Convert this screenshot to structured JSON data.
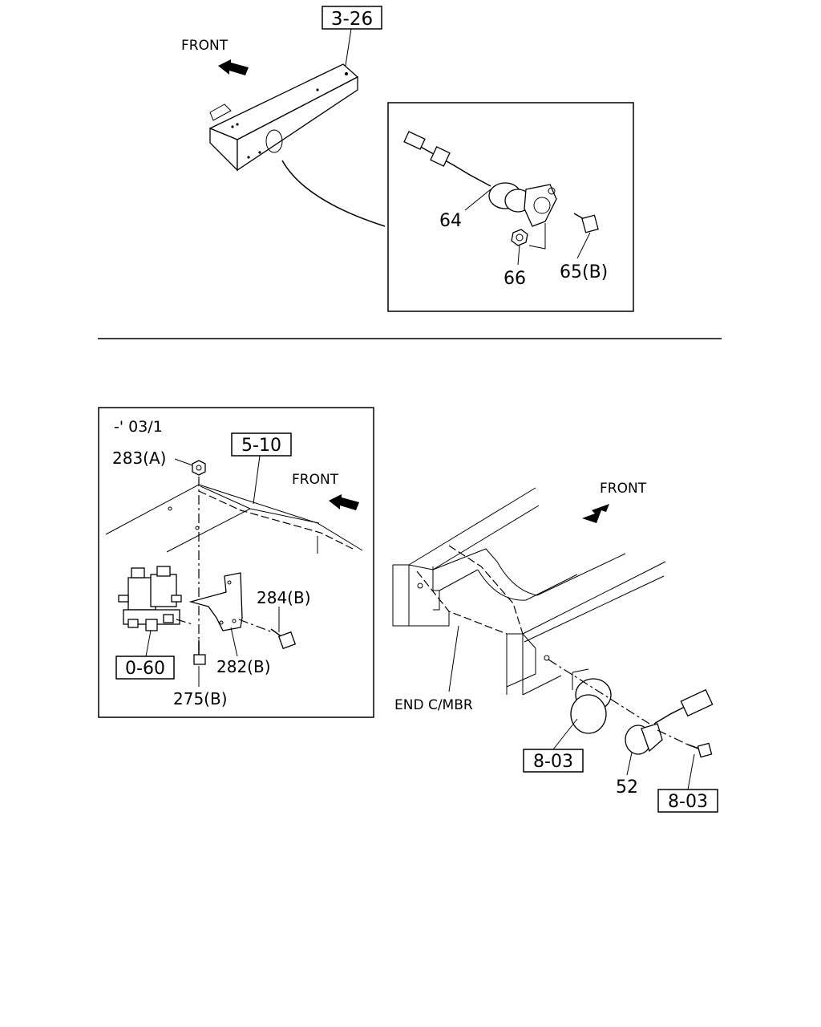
{
  "top": {
    "ref_box": "3-26",
    "front": "FRONT",
    "labels": {
      "p64": "64",
      "p66": "66",
      "p65": "65(B)"
    }
  },
  "bottom_left": {
    "note": "-' 03/1",
    "ref_box_top": "5-10",
    "ref_box_bottom": "0-60",
    "front": "FRONT",
    "labels": {
      "p283": "283(A)",
      "p284": "284(B)",
      "p282": "282(B)",
      "p275": "275(B)"
    }
  },
  "bottom_right": {
    "front": "FRONT",
    "end_member": "END C/MBR",
    "ref_box_a": "8-03",
    "ref_box_b": "8-03",
    "labels": {
      "p52": "52"
    }
  }
}
